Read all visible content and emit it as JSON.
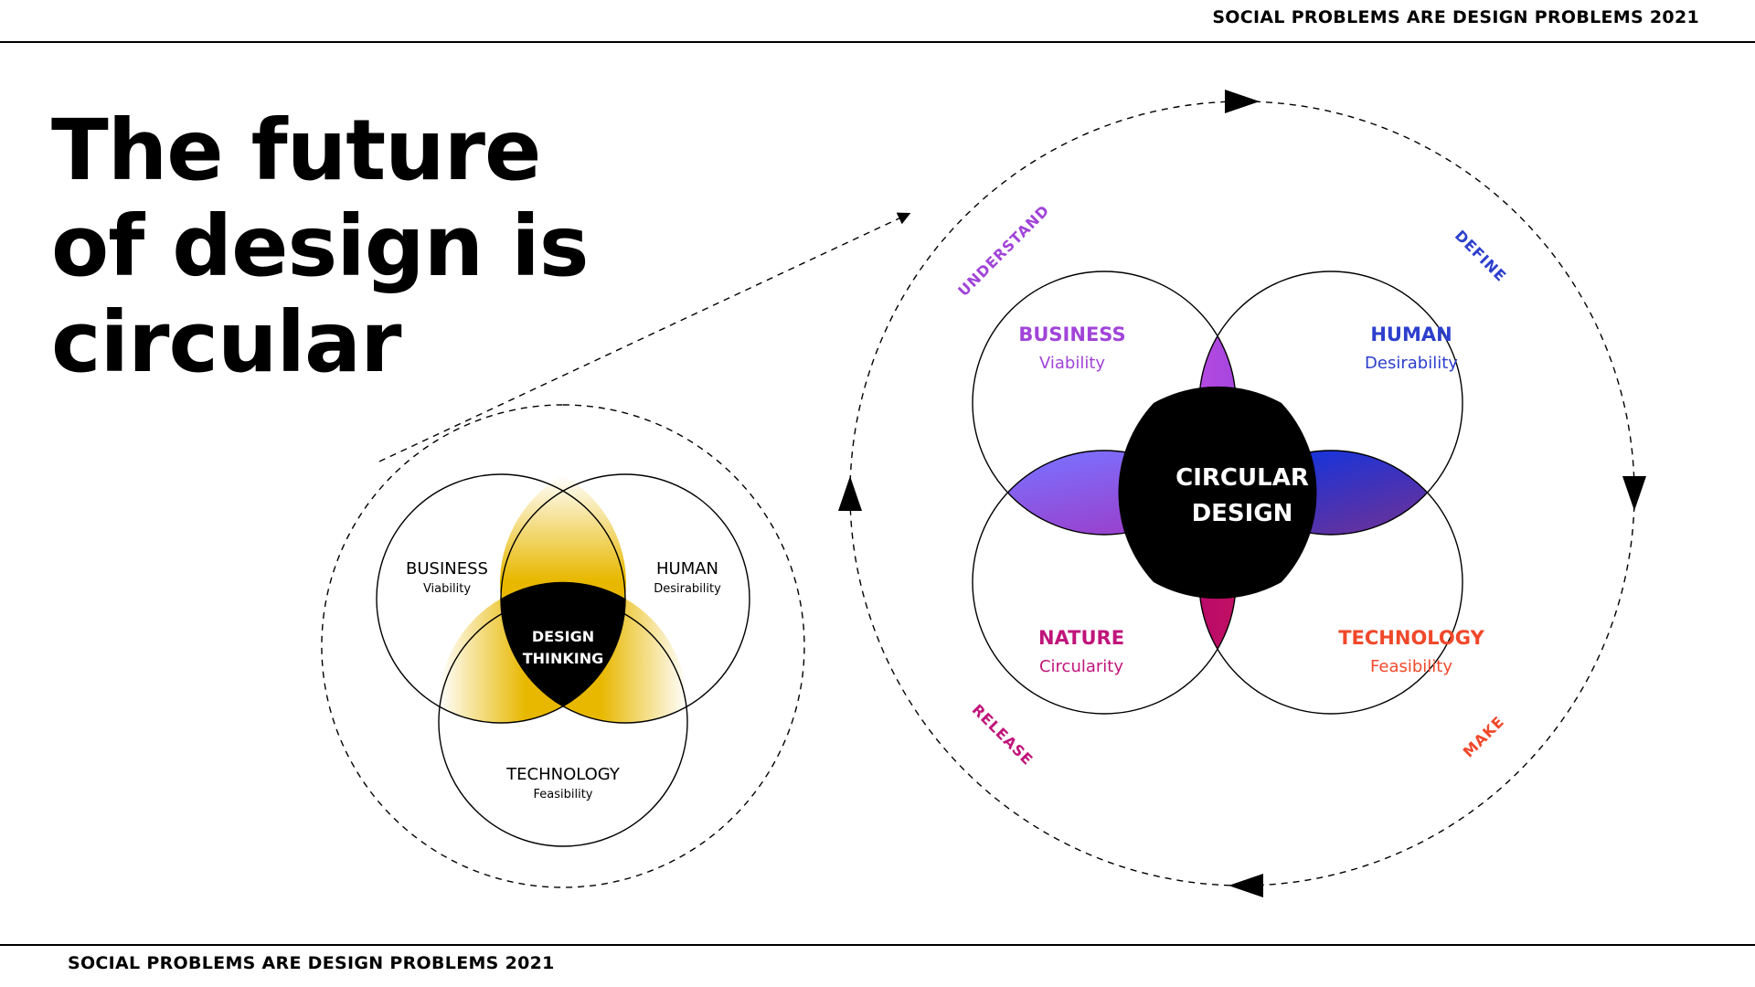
{
  "header": {
    "text": "SOCIAL PROBLEMS ARE DESIGN PROBLEMS 2021"
  },
  "footer": {
    "text": "SOCIAL PROBLEMS ARE DESIGN PROBLEMS 2021"
  },
  "title": {
    "lines": [
      "The future",
      "of design is",
      "circular"
    ]
  },
  "design_thinking": {
    "center_lines": [
      "DESIGN",
      "THINKING"
    ],
    "business": {
      "label": "BUSINESS",
      "sub": "Viability"
    },
    "human": {
      "label": "HUMAN",
      "sub": "Desirability"
    },
    "technology": {
      "label": "TECHNOLOGY",
      "sub": "Feasibility"
    },
    "accent_color": "#E8B800"
  },
  "circular_design": {
    "center_lines": [
      "CIRCULAR",
      "DESIGN"
    ],
    "business": {
      "label": "BUSINESS",
      "sub": "Viability",
      "color": "#A044D8"
    },
    "human": {
      "label": "HUMAN",
      "sub": "Desirability",
      "color": "#2C3FCC"
    },
    "nature": {
      "label": "NATURE",
      "sub": "Circularity",
      "color": "#C0157A"
    },
    "technology": {
      "label": "TECHNOLOGY",
      "sub": "Feasibility",
      "color": "#F0482A"
    },
    "phases": {
      "understand": {
        "label": "UNDERSTAND",
        "color": "#A044D8"
      },
      "define": {
        "label": "DEFINE",
        "color": "#2C3FCC"
      },
      "release": {
        "label": "RELEASE",
        "color": "#C0157A"
      },
      "make": {
        "label": "MAKE",
        "color": "#F0482A"
      }
    }
  }
}
